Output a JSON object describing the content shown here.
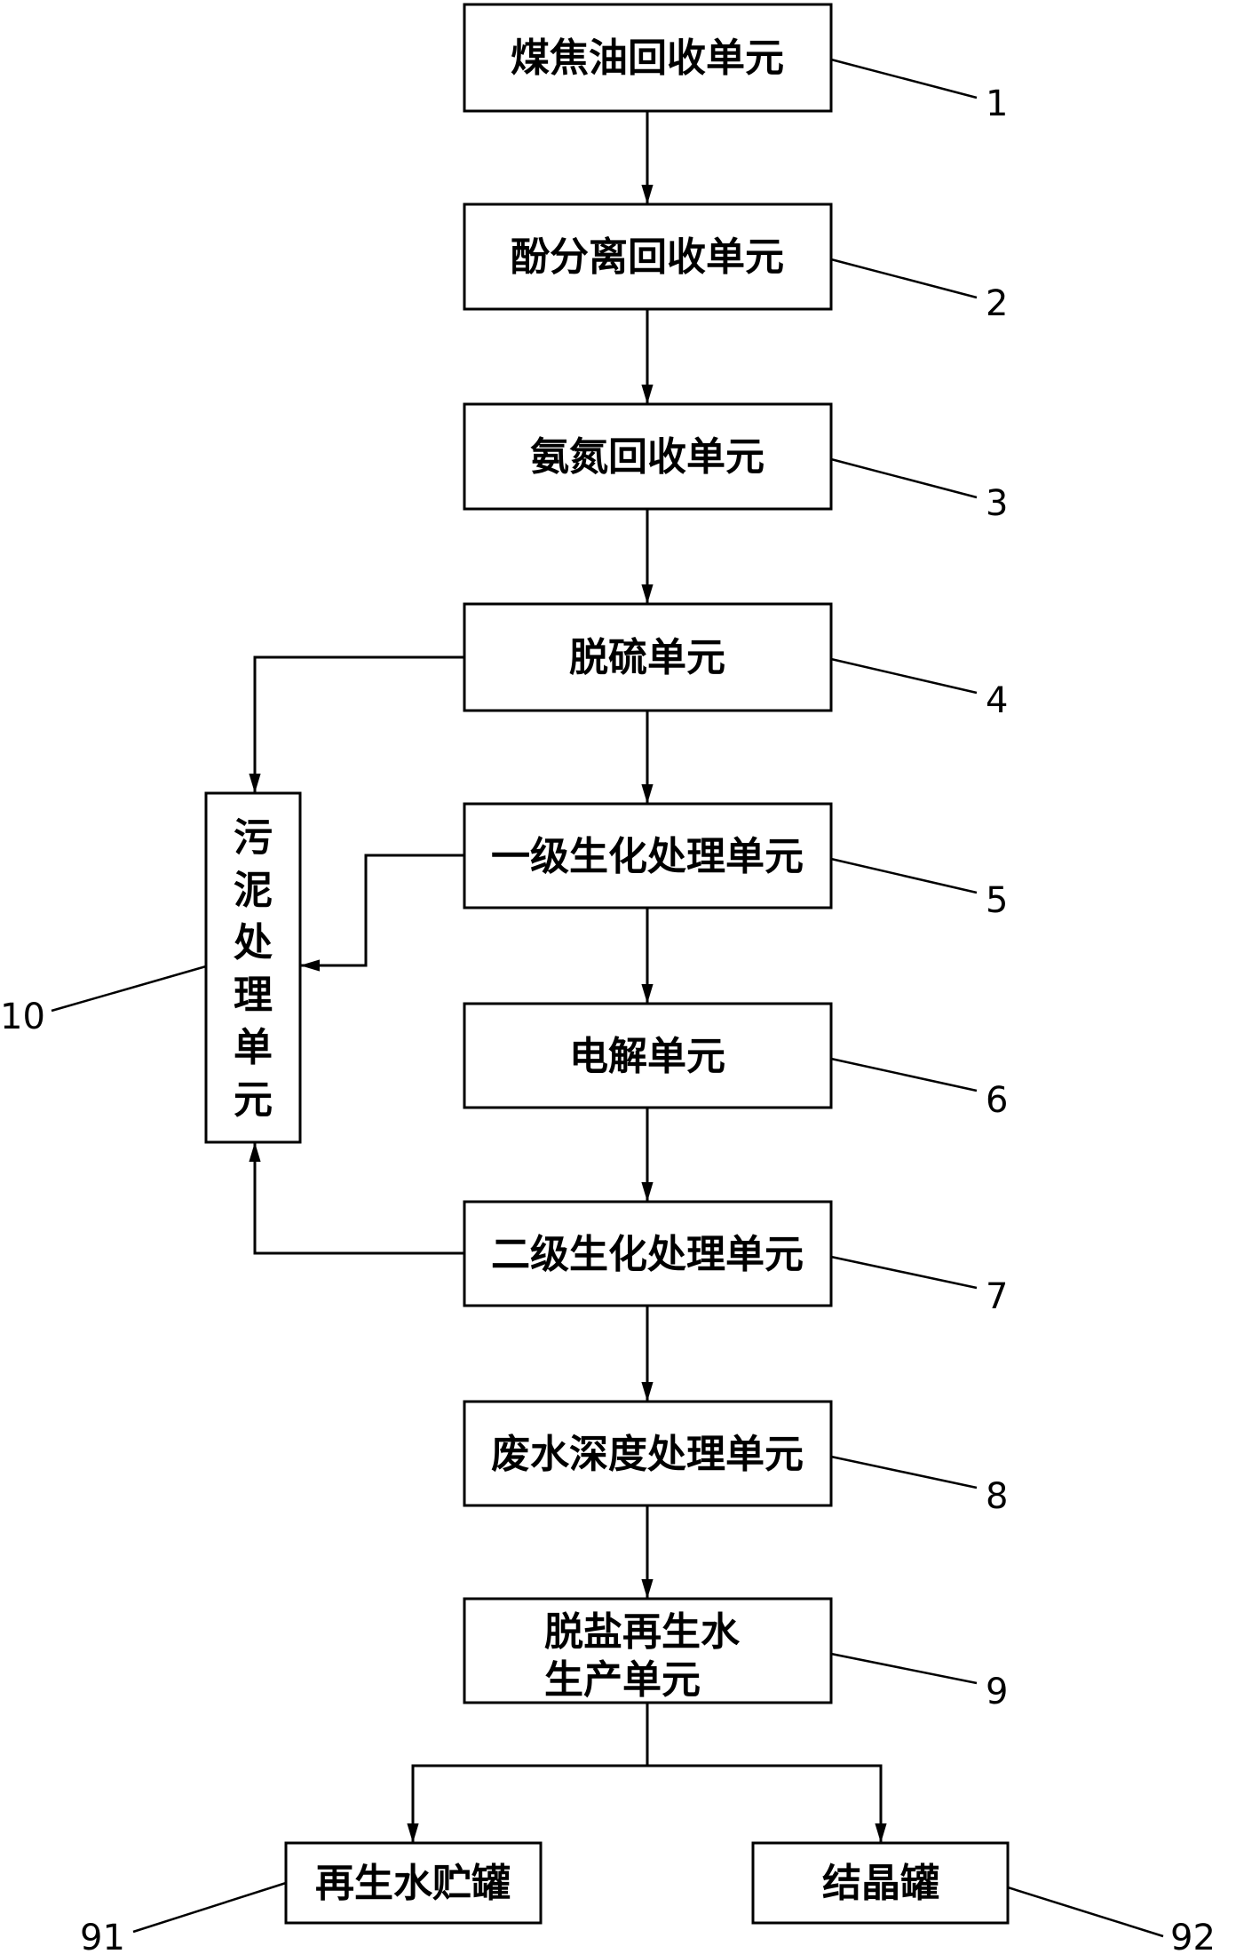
{
  "boxes": {
    "u1": "煤焦油回收单元",
    "u2": "酚分离回收单元",
    "u3": "氨氮回收单元",
    "u4": "脱硫单元",
    "u5": "一级生化处理单元",
    "u6": "电解单元",
    "u7": "二级生化处理单元",
    "u8": "废水深度处理单元",
    "u9_line1": "脱盐再生水",
    "u9_line2": "生产单元",
    "u10": [
      "污",
      "泥",
      "处",
      "理",
      "单",
      "元"
    ],
    "u91": "再生水贮罐",
    "u92": "结晶罐"
  },
  "numbers": {
    "n1": "1",
    "n2": "2",
    "n3": "3",
    "n4": "4",
    "n5": "5",
    "n6": "6",
    "n7": "7",
    "n8": "8",
    "n9": "9",
    "n10": "10",
    "n91": "91",
    "n92": "92"
  }
}
